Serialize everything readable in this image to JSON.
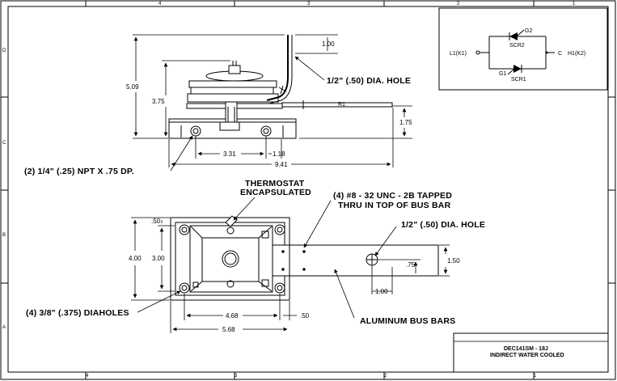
{
  "side_view": {
    "dims": {
      "height_total": "5.09",
      "height_mid": "3.75",
      "stud_height": "1.00",
      "base_thickness": "1.75",
      "span_mid": "3.31",
      "span_small": "1.18",
      "total_length": "9.41"
    },
    "labels": {
      "hole": "1/2\" (.50) DIA. HOLE",
      "npt": "(2) 1/4\" (.25) NPT X .75 DP."
    },
    "bar_marker": "R1"
  },
  "top_view": {
    "dims": {
      "top_offset": ".50",
      "height_outer": "4.00",
      "height_inner": "3.00",
      "hole_offset": ".75",
      "bar_width": "1.50",
      "hole_spacing": "1.00",
      "span_inner": "4.68",
      "edge_offset": ".50",
      "span_outer": "5.68"
    },
    "labels": {
      "thermostat_line1": "THERMOSTAT",
      "thermostat_line2": "ENCAPSULATED",
      "tapped_line1": "(4) #8 - 32 UNC - 2B TAPPED",
      "tapped_line2": "THRU IN TOP OF BUS BAR",
      "hole": "1/2\" (.50) DIA. HOLE",
      "dia_holes": "(4) 3/8\" (.375) DIAHOLES",
      "bus_bars": "ALUMINUM BUS BARS"
    }
  },
  "schematic": {
    "left_terminal": "L1(K1)",
    "right_terminal": "H1(K2)",
    "gate_top": "G2",
    "scr_top": "SCR2",
    "gate_bottom": "G1",
    "scr_bottom": "SCR1",
    "node_c": "C"
  },
  "title_block": {
    "part_number": "DEC141SM - 18J",
    "description": "INDIRECT WATER COOLED"
  },
  "border": {
    "top_numbers": [
      "4",
      "3",
      "2",
      "1"
    ],
    "bottom_numbers": [
      "4",
      "3",
      "2",
      "1"
    ],
    "side_letters": [
      "D",
      "C",
      "B",
      "A"
    ]
  }
}
